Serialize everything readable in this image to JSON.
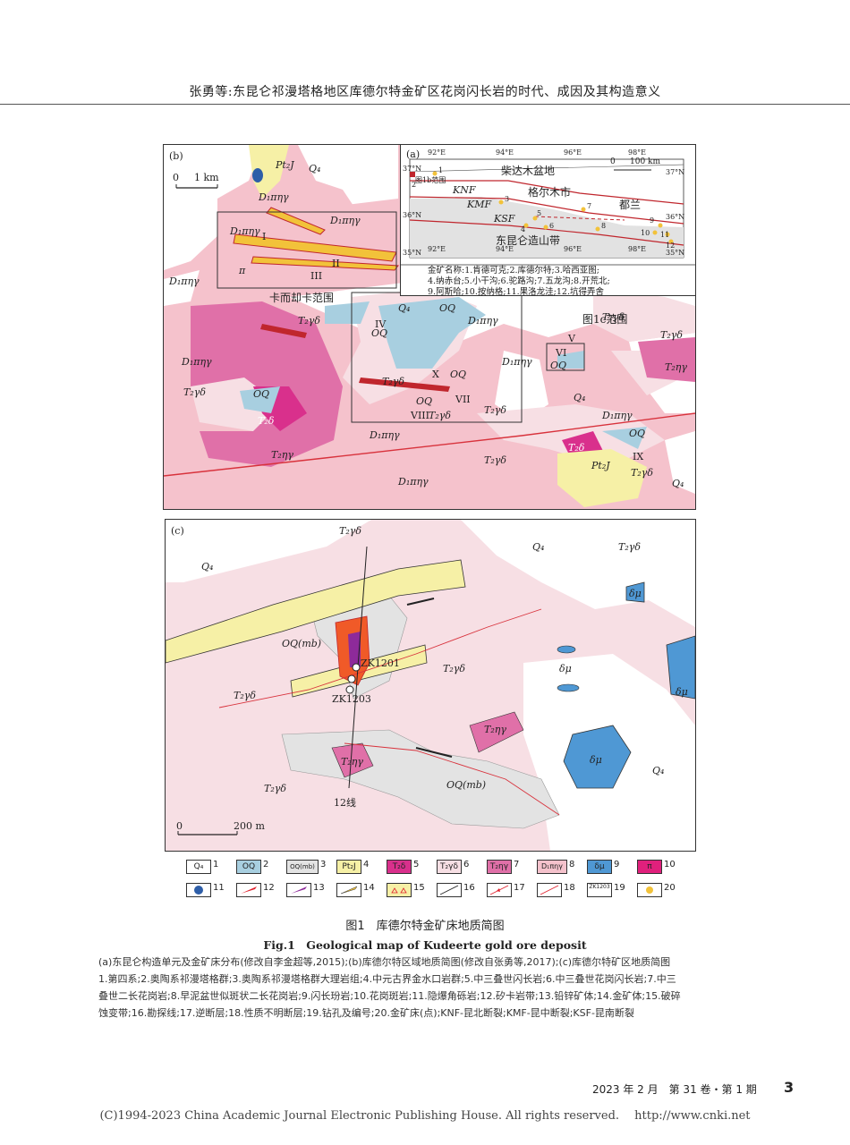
{
  "running_head": "张勇等:东昆仑祁漫塔格地区库德尔特金矿区花岗闪长岩的时代、成因及其构造意义",
  "map_b": {
    "panel_label": "(b)",
    "scale_text": "1 km",
    "scale_zero": "0",
    "units": {
      "Q4": "Q₄",
      "D1": "D₁πηγ",
      "T2gd": "T₂γδ",
      "T2d": "T₂δ",
      "T2ng": "T₂ηγ",
      "OQ": "OQ",
      "Pt2J": "Pt₂J",
      "pi": "π"
    },
    "numerals": [
      "I",
      "II",
      "III",
      "IV",
      "V",
      "VI",
      "VII",
      "VIII",
      "IX",
      "X"
    ],
    "kamian_label": "卡而却卡范围",
    "fig1c_label": "图1c范围"
  },
  "map_a": {
    "panel_label": "(a)",
    "basin": "柴达木盆地",
    "city1": "格尔木市",
    "city2": "都兰",
    "belt": "东昆仑造山带",
    "range_label": "图1b范围",
    "faults": [
      "KNF",
      "KMF",
      "KSF"
    ],
    "lon_ticks": [
      "92°E",
      "94°E",
      "96°E",
      "98°E"
    ],
    "lat_ticks": [
      "37°N",
      "36°N",
      "35°N"
    ],
    "scale_text": "100 km",
    "scale_zero": "0",
    "deposit_numbers": [
      "1",
      "2",
      "3",
      "4",
      "5",
      "6",
      "7",
      "8",
      "9",
      "10",
      "11",
      "12"
    ],
    "deposit_list": [
      "金矿名称:1.肯德可克;2.库德尔特;3.哈西亚图;",
      "4.纳赤台;5.小干沟;6.驼路沟;7.五龙沟;8.开荒北;",
      "9.阿斯哈;10.按纳格;11.果洛龙洼;12.坑得弄舍"
    ]
  },
  "map_c": {
    "panel_label": "(c)",
    "scale_text": "200 m",
    "scale_zero": "0",
    "line_label": "12线",
    "drill1": "ZK1201",
    "drill2": "ZK1203",
    "oqmb": "OQ(mb)",
    "dmu": "δμ",
    "q4": "Q₄",
    "t2gd": "T₂γδ",
    "t2ng": "T₂ηγ"
  },
  "legend": [
    {
      "num": "1",
      "sw": "Q₄",
      "color": "#ffffff"
    },
    {
      "num": "2",
      "sw": "OQ",
      "color": "#a8cfe0"
    },
    {
      "num": "3",
      "sw": "OQ(mb)",
      "color": "#e3e3e3"
    },
    {
      "num": "4",
      "sw": "Pt₂J",
      "color": "#f6f0a6"
    },
    {
      "num": "5",
      "sw": "T₂δ",
      "color": "#d9308c"
    },
    {
      "num": "6",
      "sw": "T₂γδ",
      "color": "#f7dfe4"
    },
    {
      "num": "7",
      "sw": "T₂ηγ",
      "color": "#e070a8"
    },
    {
      "num": "8",
      "sw": "D₁πηγ",
      "color": "#f5c2cc"
    },
    {
      "num": "9",
      "sw": "δμ",
      "color": "#4f98d4"
    },
    {
      "num": "10",
      "sw": "π",
      "color": "#e0207c"
    },
    {
      "num": "11",
      "sw": "",
      "color": "#ffffff"
    },
    {
      "num": "12",
      "sw": "",
      "color": "#ffffff"
    },
    {
      "num": "13",
      "sw": "",
      "color": "#ffffff"
    },
    {
      "num": "14",
      "sw": "",
      "color": "#ffffff"
    },
    {
      "num": "15",
      "sw": "",
      "color": "#ffffff"
    },
    {
      "num": "16",
      "sw": "",
      "color": "#ffffff"
    },
    {
      "num": "17",
      "sw": "",
      "color": "#ffffff"
    },
    {
      "num": "18",
      "sw": "",
      "color": "#ffffff"
    },
    {
      "num": "19",
      "sw": "ZK1203",
      "color": "#ffffff"
    },
    {
      "num": "20",
      "sw": "",
      "color": "#ffffff"
    }
  ],
  "fig_title_cn": "图1　库德尔特金矿床地质简图",
  "fig_title_en": "Fig.1　Geological map of Kudeerte gold ore deposit",
  "caption_lines": [
    "(a)东昆仑构造单元及金矿床分布(修改自李金超等,2015);(b)库德尔特区域地质简图(修改自张勇等,2017);(c)库德尔特矿区地质简图",
    "1.第四系;2.奥陶系祁漫塔格群;3.奥陶系祁漫塔格群大理岩组;4.中元古界金水口岩群;5.中三叠世闪长岩;6.中三叠世花岗闪长岩;7.中三",
    "叠世二长花岗岩;8.早泥盆世似斑状二长花岗岩;9.闪长玢岩;10.花岗斑岩;11.隐爆角砾岩;12.矽卡岩带;13.铅锌矿体;14.金矿体;15.破碎",
    "蚀变带;16.勘探线;17.逆断层;18.性质不明断层;19.钻孔及编号;20.金矿床(点);KNF-昆北断裂;KMF-昆中断裂;KSF-昆南断裂"
  ],
  "footer_date": "2023 年 2 月　第 31 卷・第 1 期",
  "footer_page": "3",
  "copyright": "(C)1994-2023 China Academic Journal Electronic Publishing House. All rights reserved.　 http://www.cnki.net"
}
